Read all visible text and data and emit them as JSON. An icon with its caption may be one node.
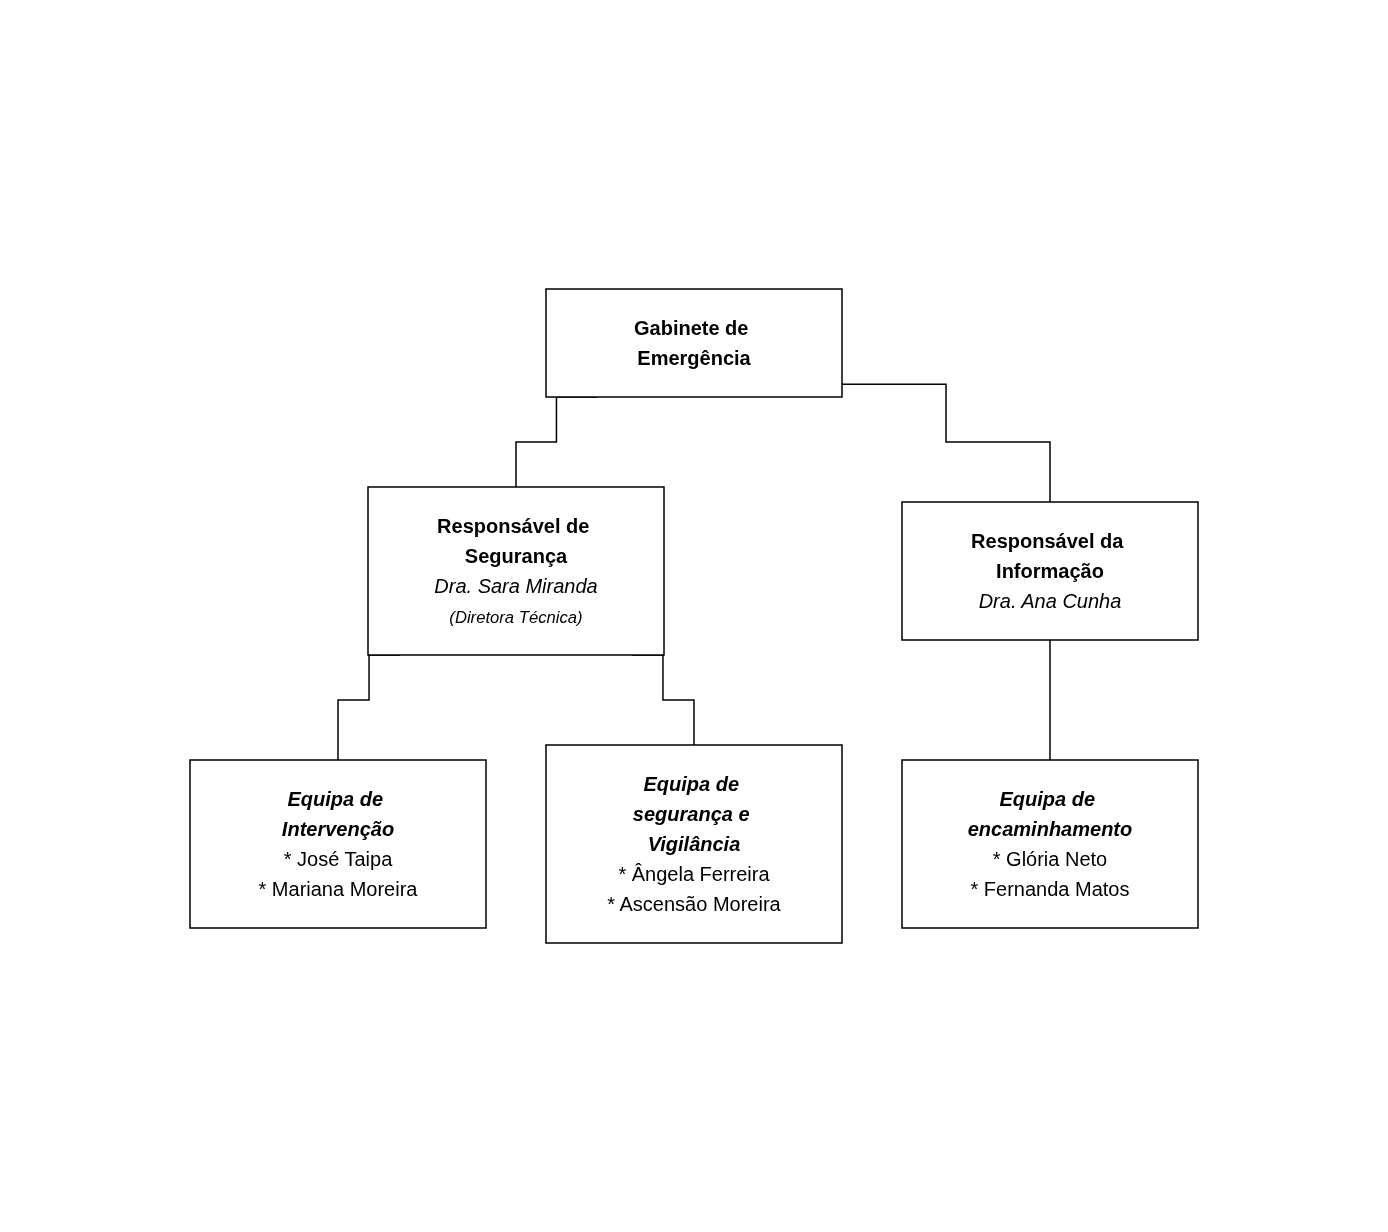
{
  "diagram": {
    "nodes": [
      {
        "text": [
          "Gabinete de Emergência"
        ]
      },
      {
        "text": [
          "Responsável de Segurança",
          "Dra. Sara Miranda",
          "(Diretora Técnica)"
        ]
      },
      {
        "text": [
          "Responsável da Informação",
          "Dra. Ana Cunha"
        ]
      },
      {
        "text": [
          "Equipa de Intervenção",
          "* José Taipa",
          "* Mariana Moreira"
        ]
      },
      {
        "text": [
          "Equipa de segurança e Vigilância",
          "* Ângela Ferreira",
          "* Ascensão Moreira"
        ]
      },
      {
        "text": [
          "Equipa de encaminhamento",
          "* Glória Neto",
          "* Fernanda Matos"
        ]
      }
    ],
    "edges": [
      {
        "from": 0,
        "to": 1,
        "arrow": "none"
      },
      {
        "from": 0,
        "to": 2,
        "arrow": "none"
      },
      {
        "from": 1,
        "to": 3,
        "arrow": "none"
      },
      {
        "from": 1,
        "to": 4,
        "arrow": "none"
      },
      {
        "from": 2,
        "to": 5,
        "arrow": "none"
      }
    ]
  }
}
